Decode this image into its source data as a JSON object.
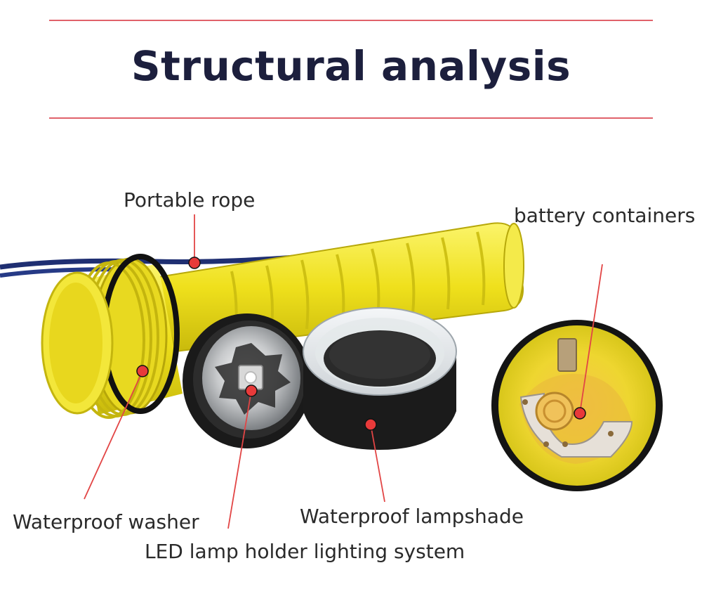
{
  "title": "Structural analysis",
  "colors": {
    "accent_line": "#e0626a",
    "title": "#1c1f3d",
    "body_yellow": "#f2e62a",
    "rope": "#1f2f72"
  },
  "callouts": {
    "portable_rope": "Portable rope",
    "battery_containers": "battery containers",
    "waterproof_washer": "Waterproof washer",
    "waterproof_lampshade": "Waterproof lampshade",
    "led_lamp_holder": "LED lamp holder lighting system"
  }
}
